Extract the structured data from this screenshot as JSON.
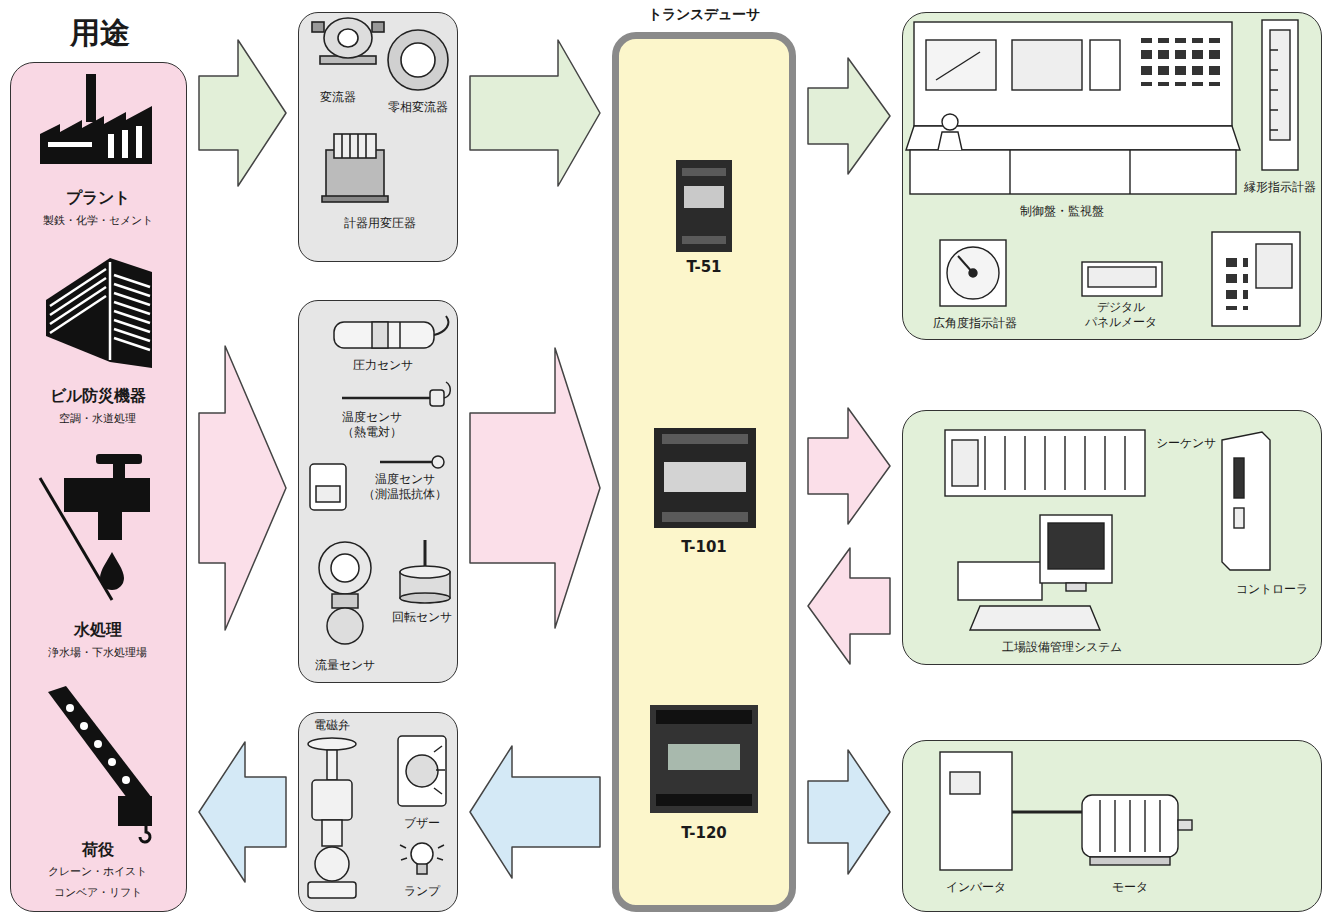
{
  "diagram": {
    "nodes": [
      {
        "text": [
          "用途",
          "プラント",
          "製鉄・化学・セメント",
          "ビル防災機器",
          "空調・水道処理",
          "水処理",
          "浄水場・下水処理場",
          "荷役",
          "クレーン・ホイスト",
          "コンベア・リフト"
        ]
      },
      {
        "text": [
          "変流器",
          "零相変流器",
          "計器用変圧器"
        ]
      },
      {
        "text": [
          "圧力センサ",
          "温度センサ （熱電対）",
          "温度センサ （測温抵抗体）",
          "回転センサ",
          "流量センサ"
        ]
      },
      {
        "text": [
          "電磁弁",
          "ブザー",
          "ランプ"
        ]
      },
      {
        "text": [
          "トランスデューサ",
          "T-51",
          "T-101",
          "T-120"
        ]
      },
      {
        "text": [
          "制御盤・監視盤",
          "縁形指示計器",
          "広角度指示計器",
          "デジタル パネルメータ"
        ]
      },
      {
        "text": [
          "シーケンサ",
          "コントローラ",
          "工場設備管理システム"
        ]
      },
      {
        "text": [
          "インバータ",
          "モータ"
        ]
      }
    ],
    "edges": [
      {
        "from": 0,
        "to": 1,
        "arrow": "to"
      },
      {
        "from": 1,
        "to": 4,
        "arrow": "to"
      },
      {
        "from": 4,
        "to": 5,
        "arrow": "to"
      },
      {
        "from": 0,
        "to": 2,
        "arrow": "to"
      },
      {
        "from": 2,
        "to": 4,
        "arrow": "to"
      },
      {
        "from": 4,
        "to": 6,
        "arrow": "to"
      },
      {
        "from": 6,
        "to": 4,
        "arrow": "to"
      },
      {
        "from": 4,
        "to": 3,
        "arrow": "to"
      },
      {
        "from": 3,
        "to": 0,
        "arrow": "to"
      },
      {
        "from": 4,
        "to": 7,
        "arrow": "to"
      }
    ]
  }
}
